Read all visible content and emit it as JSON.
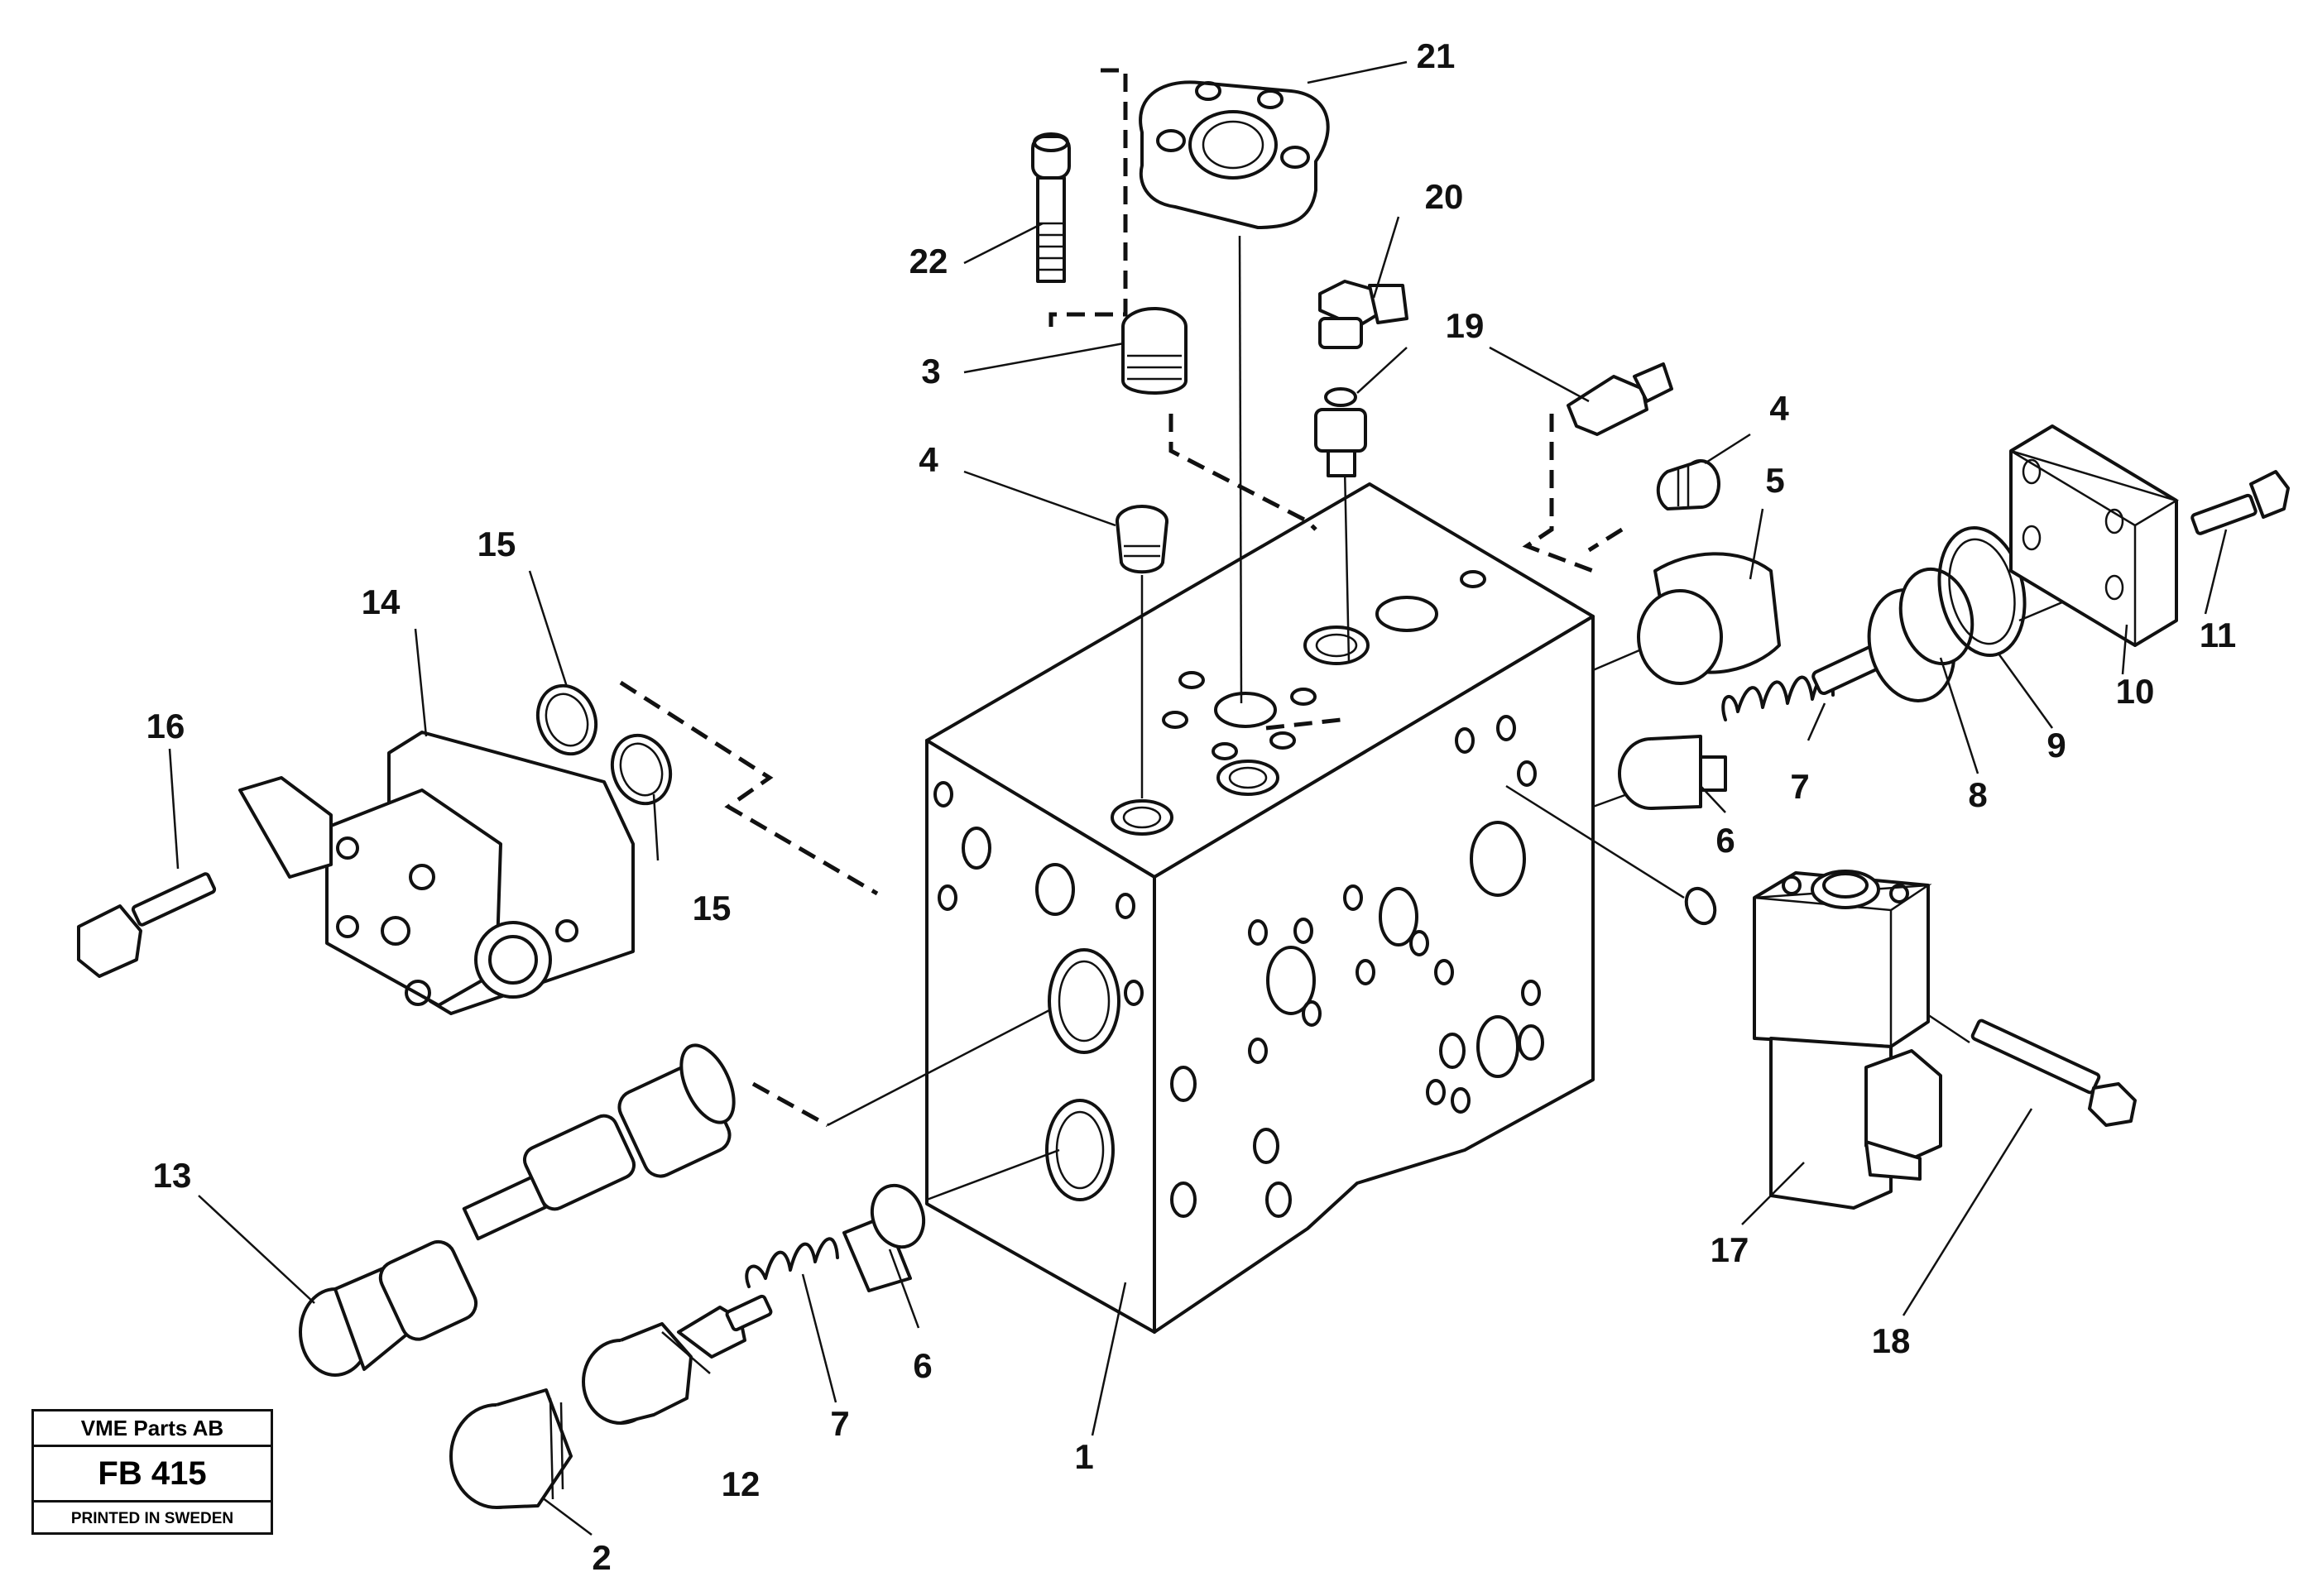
{
  "title_block": {
    "company": "VME Parts AB",
    "code": "FB 415",
    "printed": "PRINTED IN SWEDEN"
  },
  "callouts": [
    "1",
    "2",
    "3",
    "4",
    "4",
    "5",
    "6",
    "6",
    "7",
    "7",
    "8",
    "9",
    "10",
    "11",
    "12",
    "13",
    "14",
    "15",
    "15",
    "16",
    "17",
    "18",
    "19",
    "20",
    "21",
    "22"
  ]
}
